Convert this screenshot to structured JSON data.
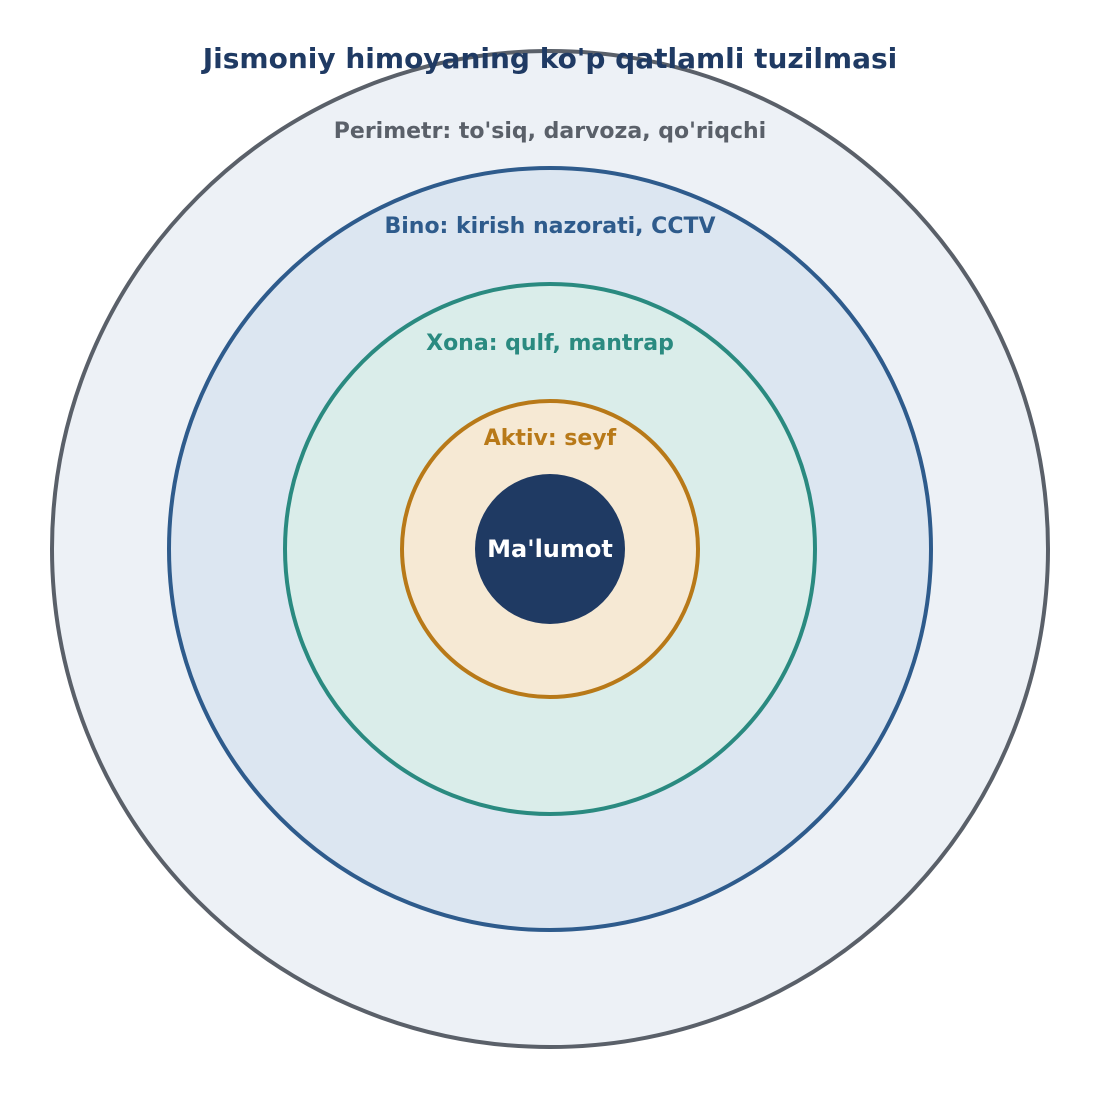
{
  "title": "Jismoniy himoyaning ko'p qatlamli tuzilmasi",
  "layers": [
    {
      "id": "perimeter",
      "label": "Perimetr: to'siq, darvoza, qo'riqchi",
      "stroke": "#5a6069",
      "fill": "#edf1f6",
      "text_color": "#5a6069"
    },
    {
      "id": "building",
      "label": "Bino: kirish nazorati, CCTV",
      "stroke": "#2e5b8c",
      "fill": "#dce6f1",
      "text_color": "#2e5b8c"
    },
    {
      "id": "room",
      "label": "Xona: qulf, mantrap",
      "stroke": "#2a8a80",
      "fill": "#daedea",
      "text_color": "#2a8a80"
    },
    {
      "id": "asset",
      "label": "Aktiv: seyf",
      "stroke": "#b87918",
      "fill": "#f6e9d4",
      "text_color": "#b87918"
    }
  ],
  "core": {
    "label": "Ma'lumot",
    "fill": "#1f3a63",
    "text_color": "#ffffff"
  },
  "colors": {
    "title": "#1f3a63"
  }
}
